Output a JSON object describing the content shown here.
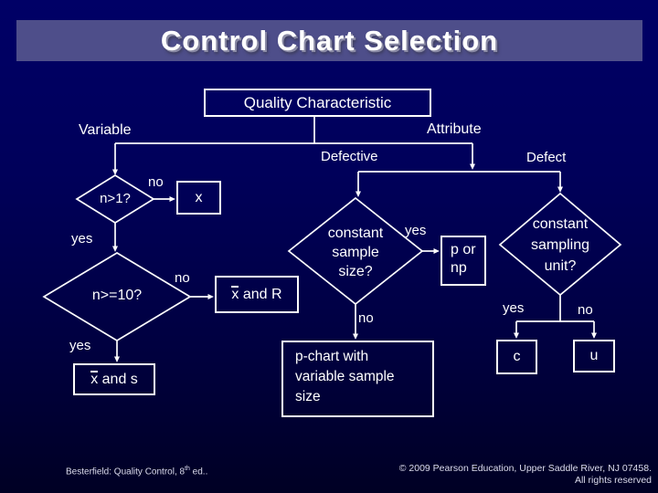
{
  "slide": {
    "title": "Control Chart Selection",
    "footer": {
      "left_pre": "Besterfield: Quality Control, 8",
      "left_sup": "th",
      "left_post": " ed..",
      "right_line1": "© 2009 Pearson Education, Upper Saddle River, NJ 07458.",
      "right_line2": "All rights reserved"
    }
  },
  "flowchart": {
    "root_box": "Quality Characteristic",
    "branches": {
      "variable": "Variable",
      "attribute": "Attribute",
      "defective": "Defective",
      "defect": "Defect"
    },
    "decisions": {
      "n_gt_1": "n>1?",
      "n_gte_10": "n>=10?",
      "sample_size_l1": "constant",
      "sample_size_l2": "sample",
      "sample_size_l3": "size?",
      "sampling_unit_l1": "constant",
      "sampling_unit_l2": "sampling",
      "sampling_unit_l3": "unit?"
    },
    "edge_labels": {
      "n1_no": "no",
      "n1_yes": "yes",
      "n10_no": "no",
      "n10_yes": "yes",
      "size_yes": "yes",
      "size_no": "no",
      "unit_yes": "yes",
      "unit_no": "no"
    },
    "charts": {
      "x": "x",
      "xbar": "x",
      "and_r": " and R",
      "and_s": " and s",
      "pnp_l1": "p or",
      "pnp_l2": "np",
      "pvar_l1": "p-chart with",
      "pvar_l2": "variable sample",
      "pvar_l3": "size",
      "c": "c",
      "u": "u"
    }
  },
  "colors": {
    "background_top": "#000066",
    "background_bottom": "#000024",
    "title_bar": "#4e4e8a",
    "line": "#ffffff",
    "text": "#ffffff"
  }
}
